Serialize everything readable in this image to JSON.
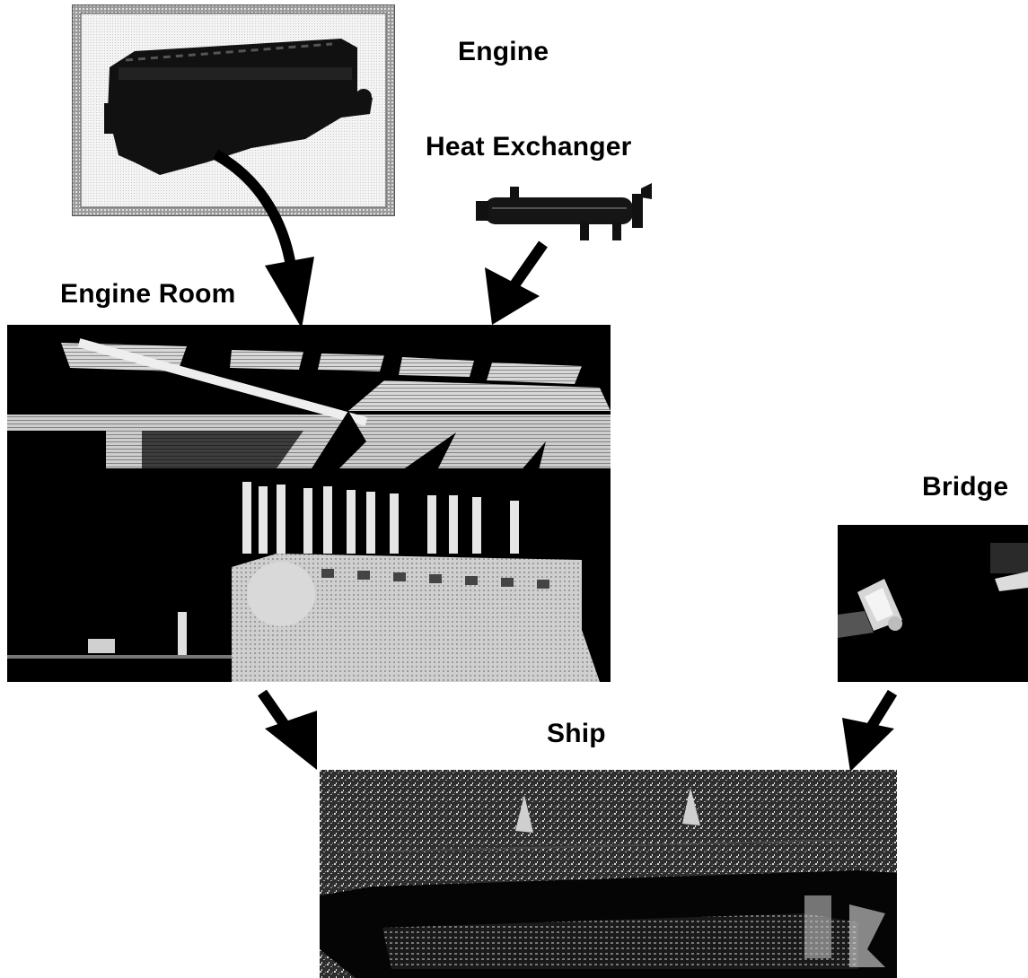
{
  "diagram": {
    "title": "",
    "labels": {
      "engine": "Engine",
      "heat_exchanger": "Heat Exchanger",
      "engine_room": "Engine Room",
      "bridge": "Bridge",
      "ship": "Ship"
    },
    "nodes": [
      {
        "id": "engine",
        "label": "Engine",
        "kind": "component"
      },
      {
        "id": "heat_exchanger",
        "label": "Heat Exchanger",
        "kind": "component"
      },
      {
        "id": "engine_room",
        "label": "Engine Room",
        "kind": "subsystem"
      },
      {
        "id": "bridge",
        "label": "Bridge",
        "kind": "subsystem"
      },
      {
        "id": "ship",
        "label": "Ship",
        "kind": "system"
      }
    ],
    "edges": [
      {
        "from": "engine",
        "to": "engine_room"
      },
      {
        "from": "heat_exchanger",
        "to": "engine_room"
      },
      {
        "from": "engine_room",
        "to": "ship"
      },
      {
        "from": "bridge",
        "to": "ship"
      }
    ]
  }
}
